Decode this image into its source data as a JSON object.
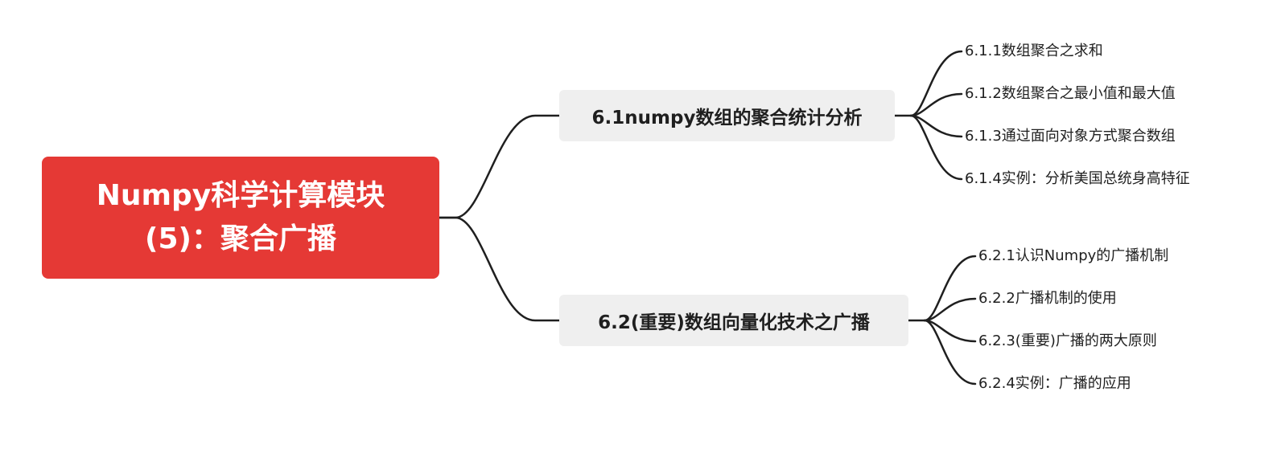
{
  "root": {
    "title": "Numpy科学计算模块(5)：聚合广播",
    "color": "#e53935"
  },
  "branches": [
    {
      "label": "6.1numpy数组的聚合统计分析",
      "children": [
        "6.1.1数组聚合之求和",
        "6.1.2数组聚合之最小值和最大值",
        "6.1.3通过面向对象方式聚合数组",
        "6.1.4实例：分析美国总统身高特征"
      ]
    },
    {
      "label": "6.2(重要)数组向量化技术之广播",
      "children": [
        "6.2.1认识Numpy的广播机制",
        "6.2.2广播机制的使用",
        "6.2.3(重要)广播的两大原则",
        "6.2.4实例：广播的应用"
      ]
    }
  ],
  "colors": {
    "branch_background": "#efefef",
    "line": "#1f1f1f",
    "text": "#1f1f1f"
  }
}
